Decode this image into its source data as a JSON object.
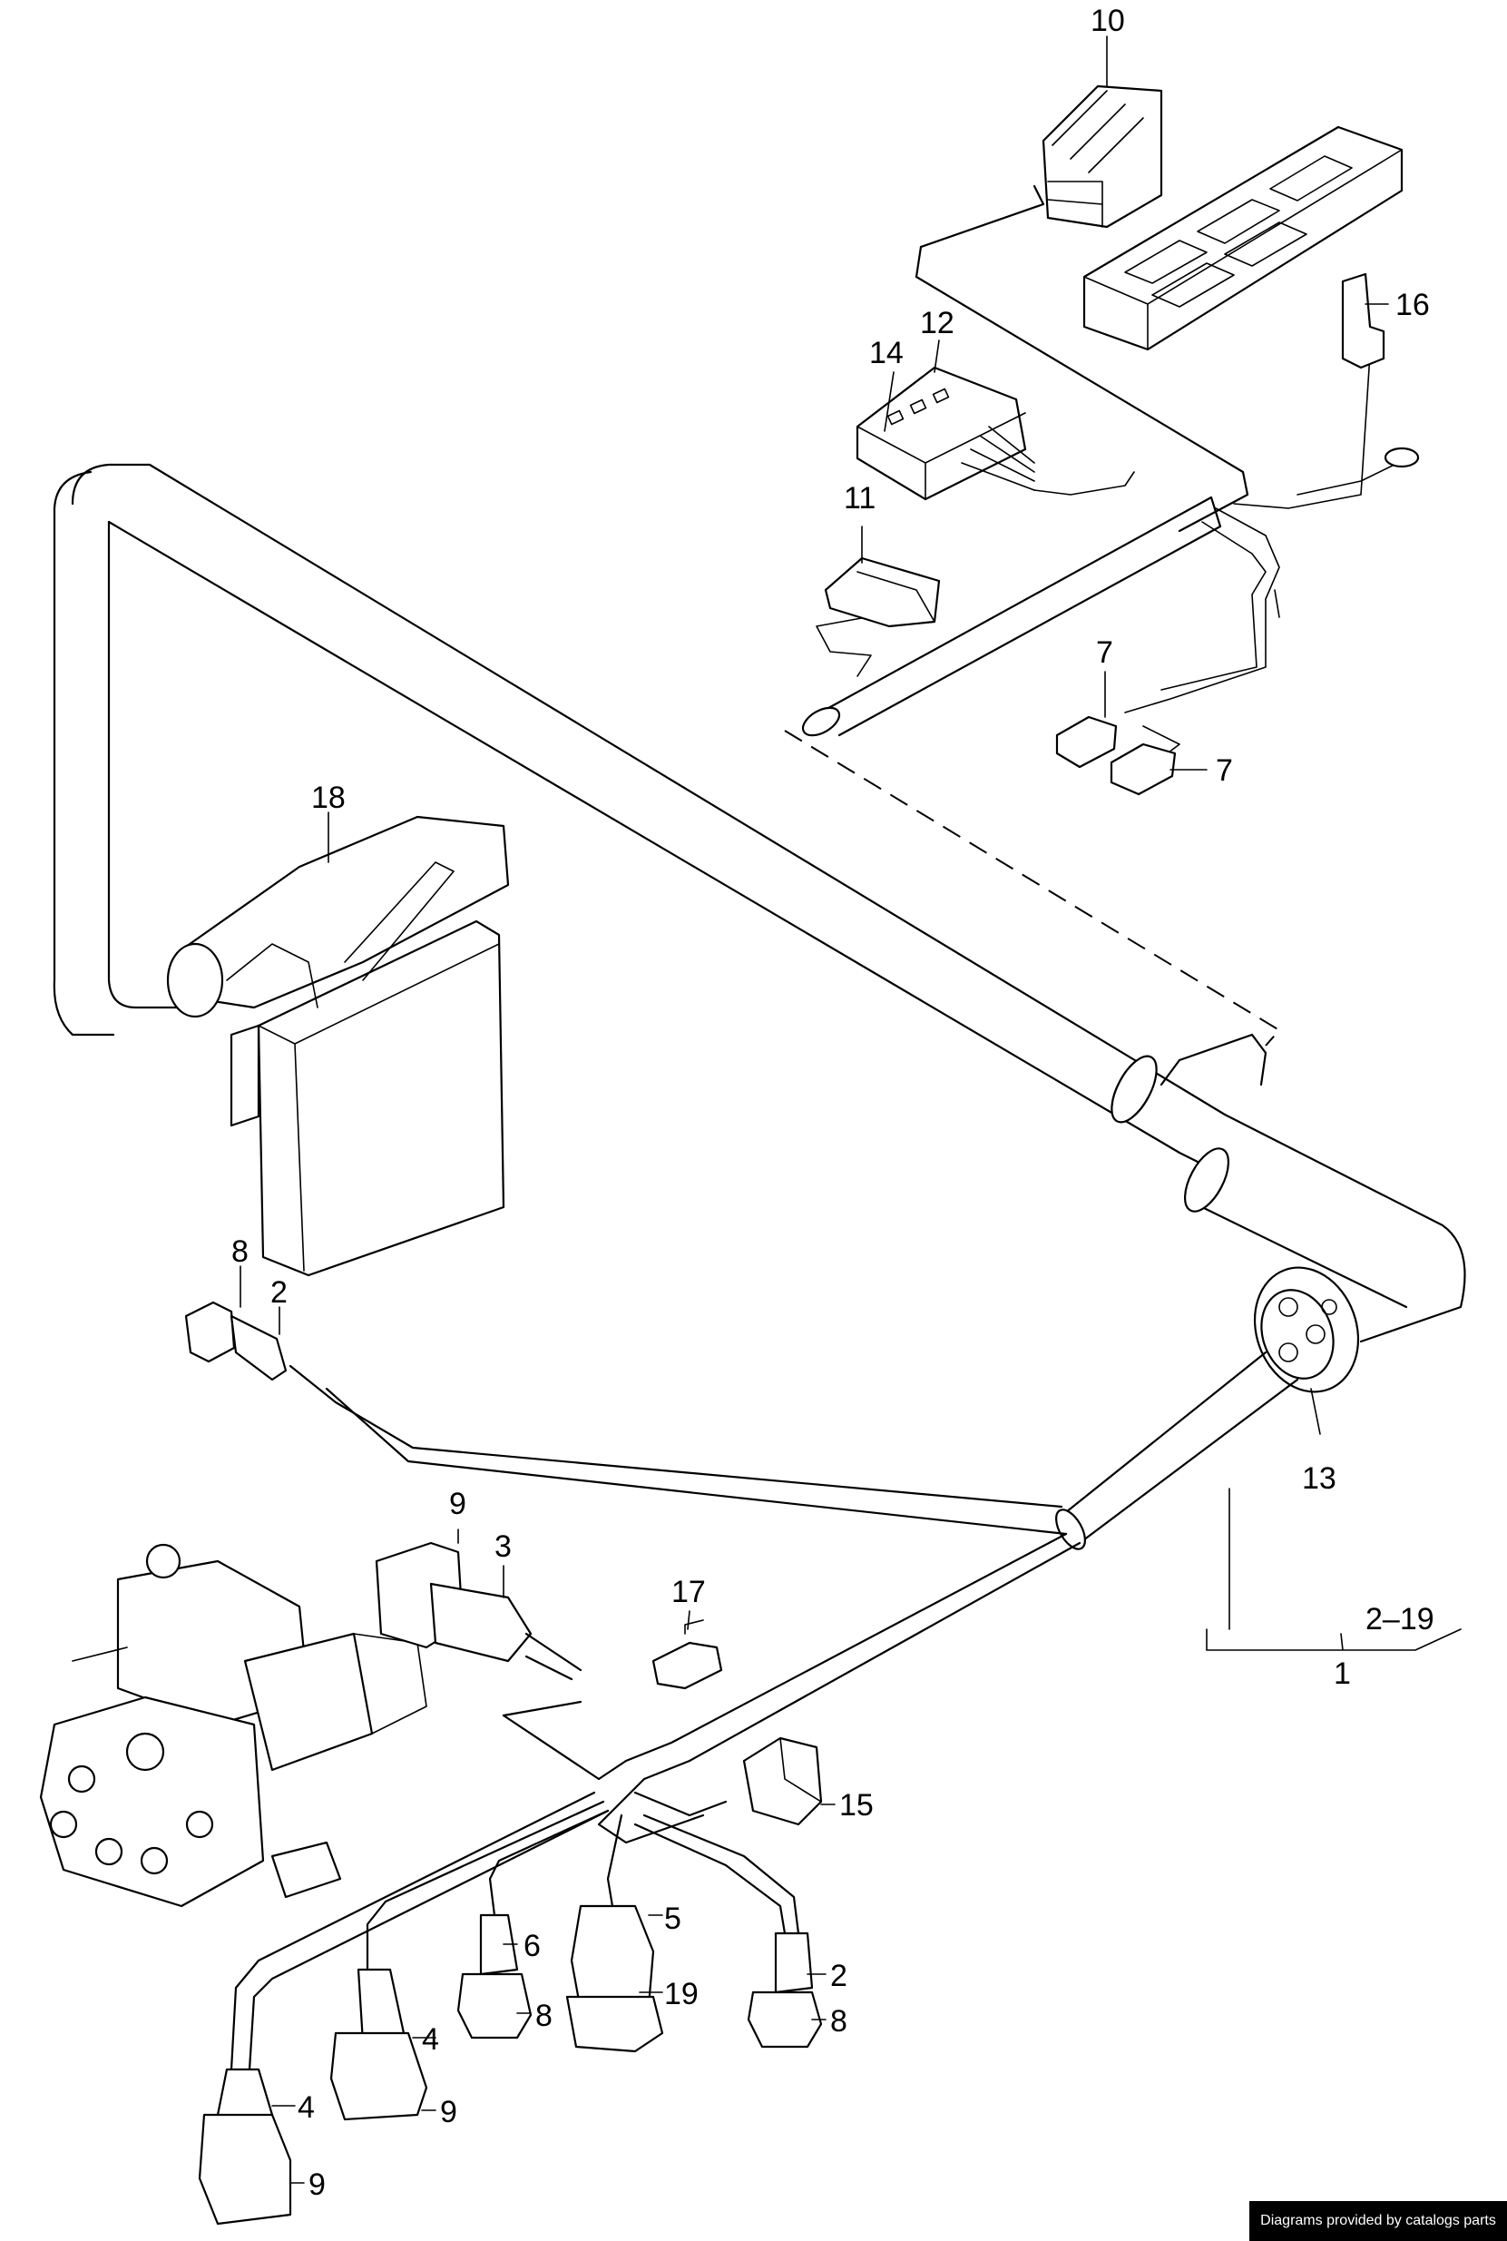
{
  "labels": {
    "p10": "10",
    "p16": "16",
    "p12": "12",
    "p14": "14",
    "p11": "11",
    "p7a": "7",
    "p7b": "7",
    "p18": "18",
    "p8a": "8",
    "p2a": "2",
    "p13": "13",
    "p9a": "9",
    "p3": "3",
    "p17": "17",
    "p1": "1",
    "range": "2–19",
    "p15": "15",
    "p5": "5",
    "p6": "6",
    "p19": "19",
    "p2b": "2",
    "p8b": "8",
    "p8c": "8",
    "p4a": "4",
    "p9b": "9",
    "p4b": "4",
    "p9c": "9"
  },
  "footer": {
    "credit": "Diagrams provided by catalogs parts"
  },
  "colors": {
    "ink": "#000000",
    "paper": "#ffffff"
  }
}
